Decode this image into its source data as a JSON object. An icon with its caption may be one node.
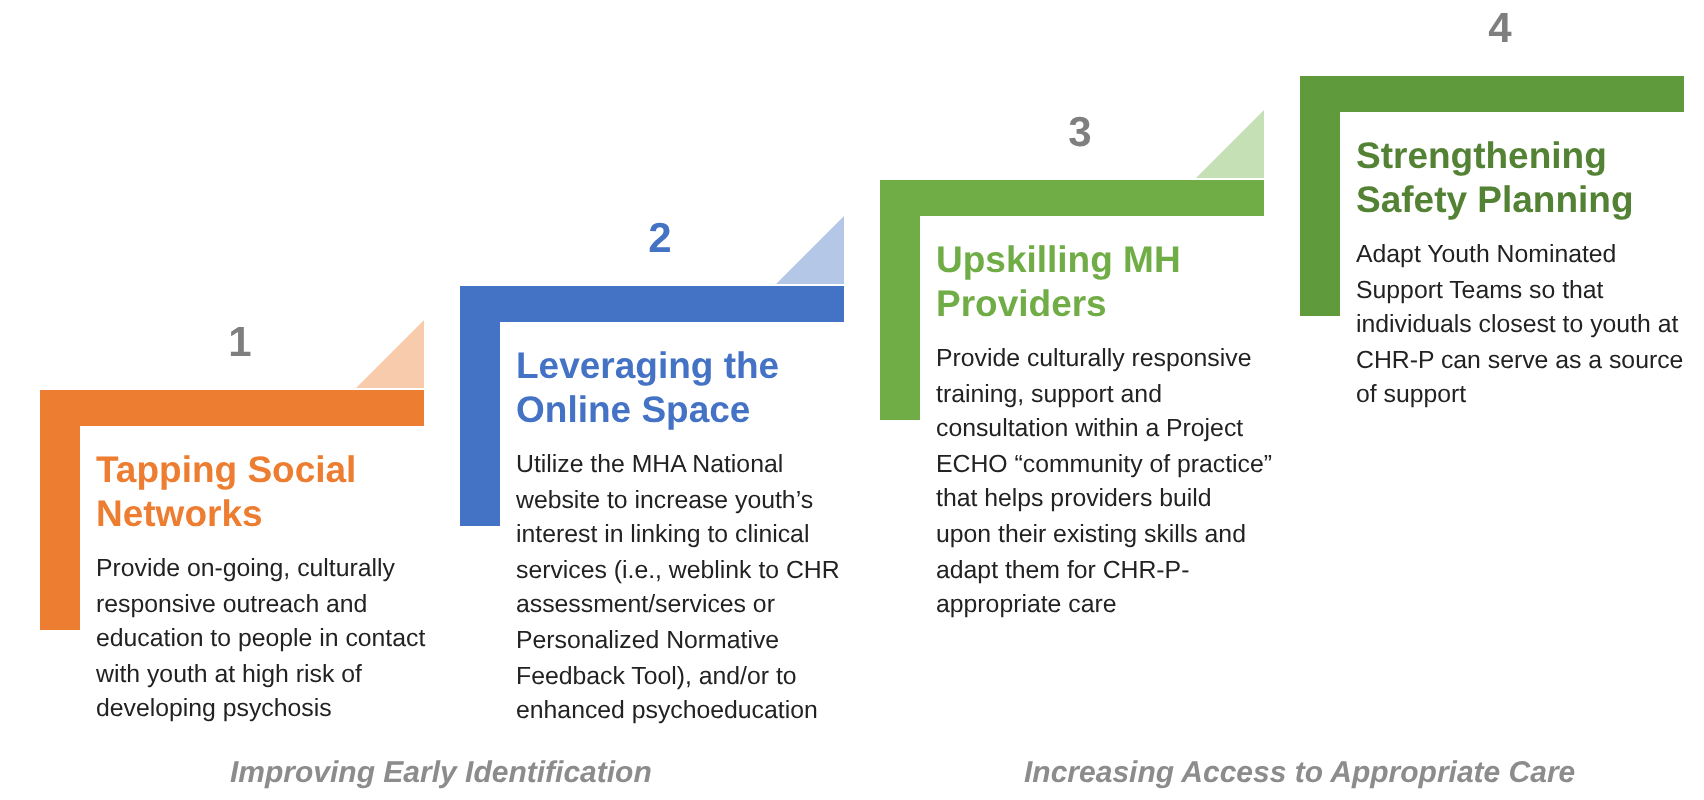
{
  "diagram": {
    "nodes": [
      {
        "text": [
          "1",
          "Tapping Social Networks",
          "Provide on-going, culturally responsive outreach and education to people in contact with youth at high risk of developing psychosis"
        ]
      },
      {
        "text": [
          "2",
          "Leveraging the Online Space",
          "Utilize the MHA National website to increase youth’s interest in linking to clinical services (i.e., weblink to CHR assessment/services or Personalized Normative Feedback Tool), and/or to enhanced psychoeducation"
        ]
      },
      {
        "text": [
          "3",
          "Upskilling MH Providers",
          "Provide culturally responsive training, support and consultation within a Project ECHO “community of practice” that helps providers build upon their existing skills and adapt them for CHR-P-appropriate care"
        ]
      },
      {
        "text": [
          "4",
          "Strengthening Safety Planning",
          "Adapt Youth Nominated Support Teams so that individuals closest to youth at CHR-P can serve as a source of support"
        ]
      }
    ],
    "labels": [
      "Improving Early Identification",
      "Increasing Access to Appropriate Care"
    ]
  }
}
